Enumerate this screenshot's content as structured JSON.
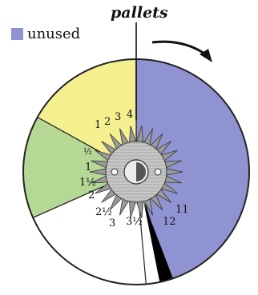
{
  "title": "pallets",
  "legend": {
    "label": "unused",
    "color": "#8f93d2"
  },
  "colors": {
    "unused": "#8f93d2",
    "yellow": "#f5f08f",
    "green": "#b6d895",
    "white": "#ffffff",
    "black": "#000000",
    "outline": "#222222"
  },
  "left_labels": [
    "1",
    "2",
    "3",
    "4",
    "½",
    "1",
    "1½",
    "2",
    "2½",
    "3",
    "3½"
  ],
  "right_labels": [
    "11",
    "12"
  ],
  "arrow_icon": "clockwise-arrow-icon"
}
